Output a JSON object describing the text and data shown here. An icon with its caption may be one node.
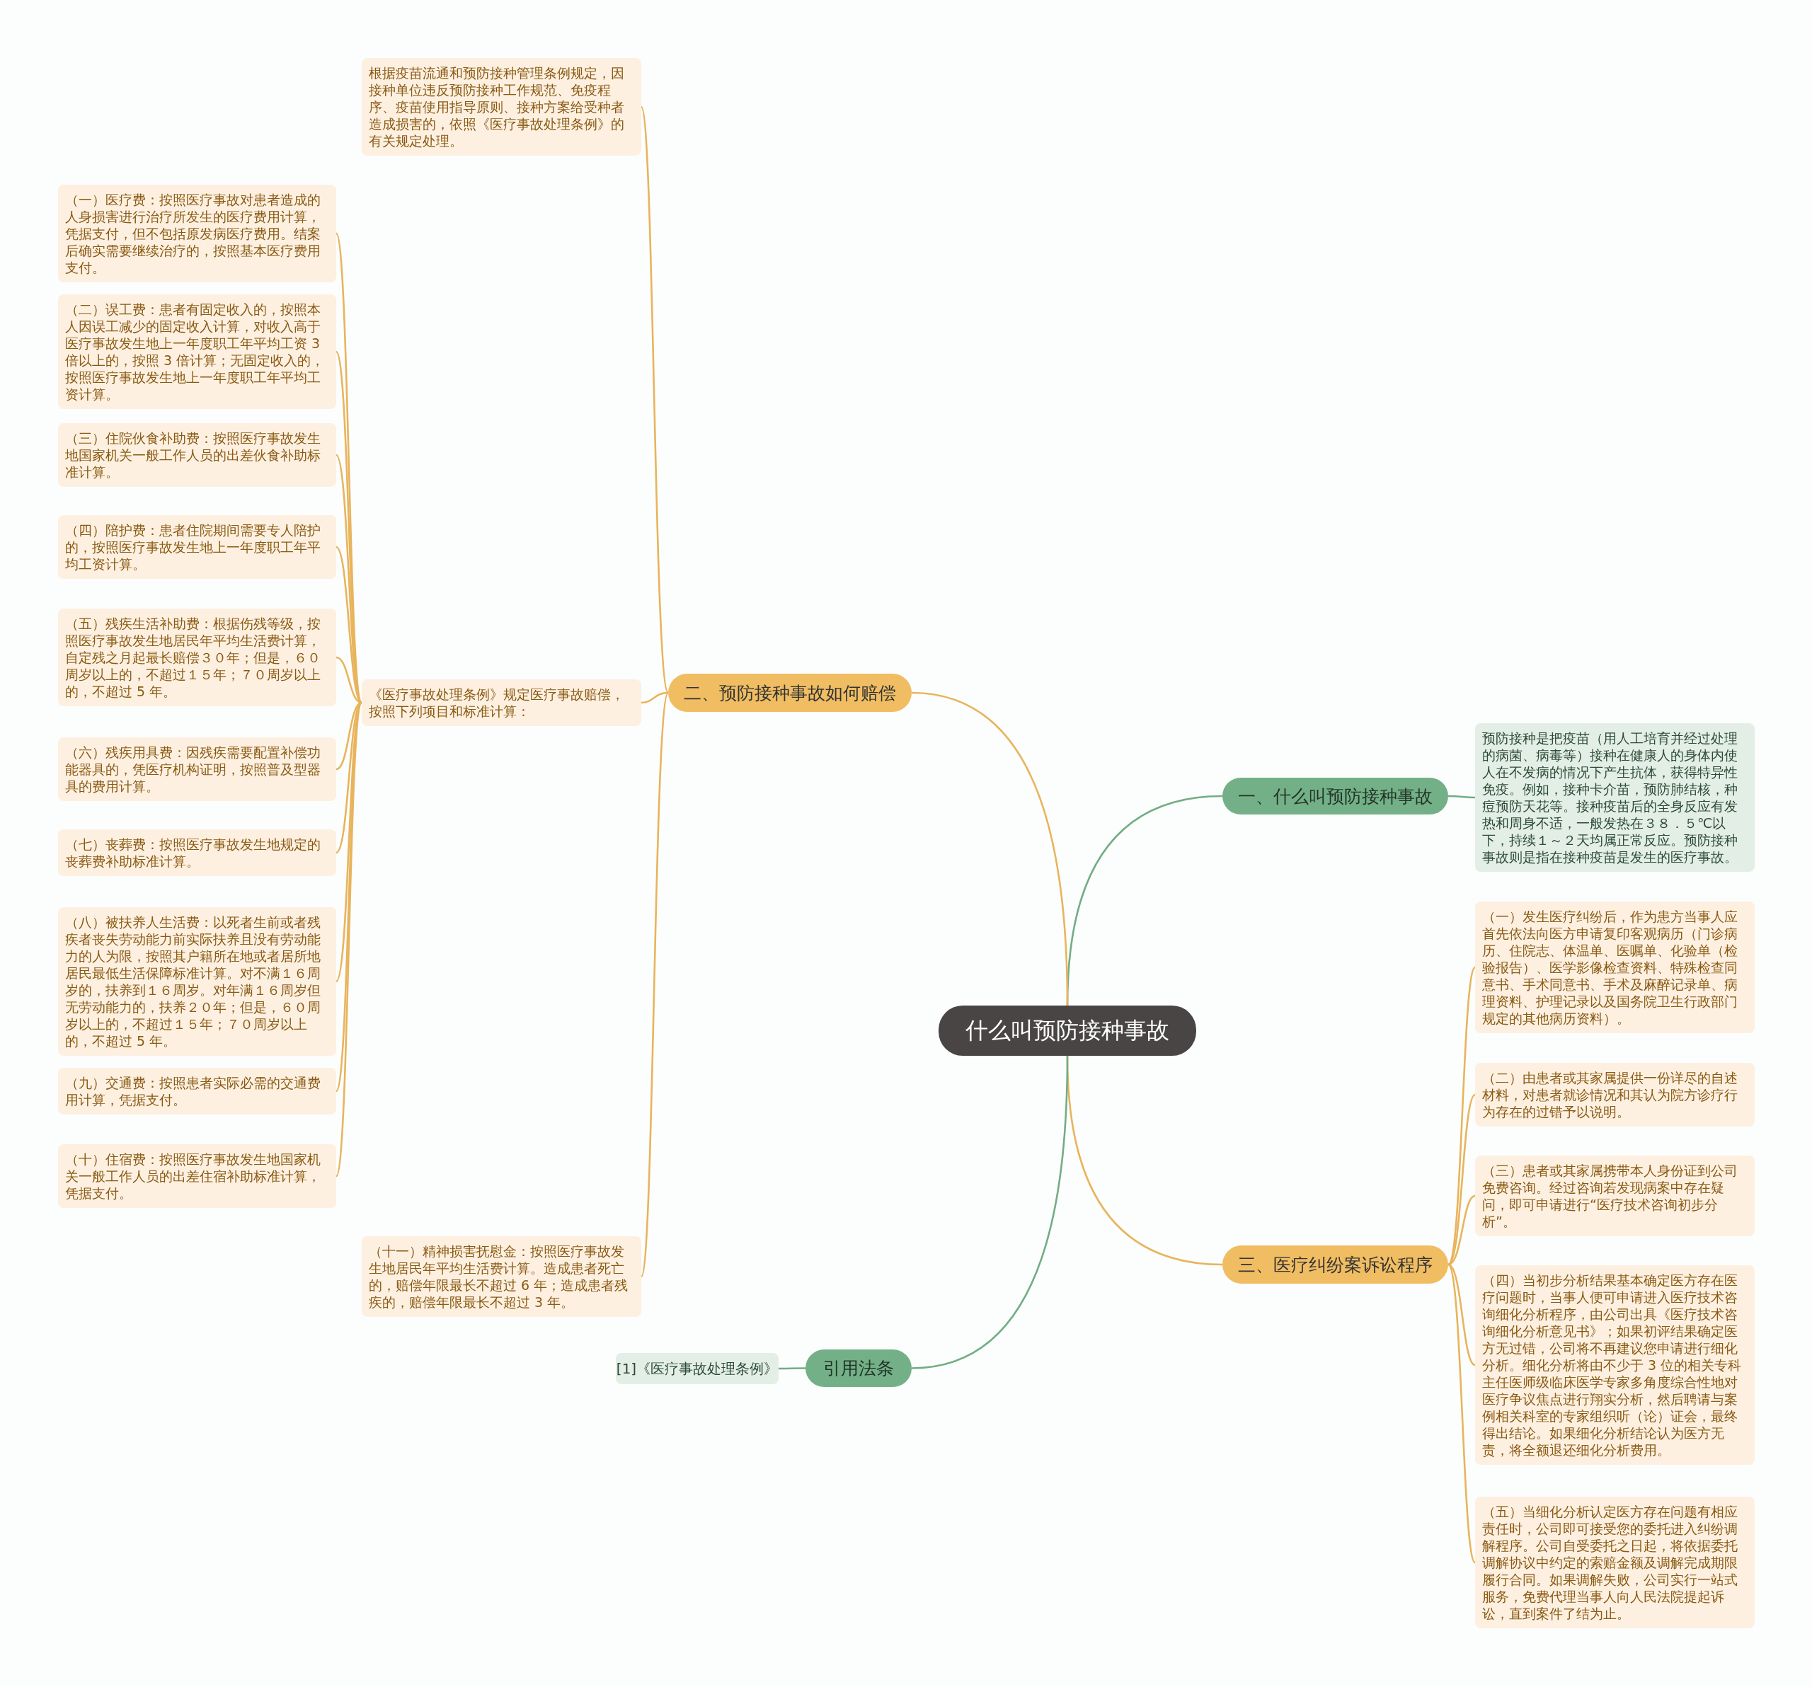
{
  "diagram": {
    "nodes": [
      {
        "text": [
          "什么叫预防接种事故"
        ]
      },
      {
        "text": [
          "一、什么叫预防接种事故"
        ]
      },
      {
        "text": [
          "预防接种是把疫苗（用人工培育并经过处理的病菌、病毒等）接种在健康人的身体内使人在不发病的情况下产生抗体，获得特异性免疫。例如，接种卡介苗，预防肺结核，种痘预防天花等。接种疫苗后的全身反应有发热和周身不适，一般发热在３８．５℃以下，持续１～２天均属正常反应。预防接种事故则是指在接种疫苗是发生的医疗事故。"
        ]
      },
      {
        "text": [
          "二、预防接种事故如何赔偿"
        ]
      },
      {
        "text": [
          "根据疫苗流通和预防接种管理条例规定，因接种单位违反预防接种工作规范、免疫程序、疫苗使用指导原则、接种方案给受种者造成损害的，依照《医疗事故处理条例》的有关规定处理。"
        ]
      },
      {
        "text": [
          "《医疗事故处理条例》规定医疗事故赔偿，按照下列项目和标准计算："
        ]
      },
      {
        "text": [
          "（一）医疗费：按照医疗事故对患者造成的人身损害进行治疗所发生的医疗费用计算，凭据支付，但不包括原发病医疗费用。结案后确实需要继续治疗的，按照基本医疗费用支付。"
        ]
      },
      {
        "text": [
          "（二）误工费：患者有固定收入的，按照本人因误工减少的固定收入计算，对收入高于医疗事故发生地上一年度职工年平均工资 3 倍以上的，按照 3 倍计算；无固定收入的，按照医疗事故发生地上一年度职工年平均工资计算。"
        ]
      },
      {
        "text": [
          "（三）住院伙食补助费：按照医疗事故发生地国家机关一般工作人员的出差伙食补助标准计算。"
        ]
      },
      {
        "text": [
          "（四）陪护费：患者住院期间需要专人陪护的，按照医疗事故发生地上一年度职工年平均工资计算。"
        ]
      },
      {
        "text": [
          "（五）残疾生活补助费：根据伤残等级，按照医疗事故发生地居民年平均生活费计算，自定残之月起最长赔偿３０年；但是，６０周岁以上的，不超过１５年；７０周岁以上的，不超过 5 年。"
        ]
      },
      {
        "text": [
          "（六）残疾用具费：因残疾需要配置补偿功能器具的，凭医疗机构证明，按照普及型器具的费用计算。"
        ]
      },
      {
        "text": [
          "（七）丧葬费：按照医疗事故发生地规定的丧葬费补助标准计算。"
        ]
      },
      {
        "text": [
          "（八）被扶养人生活费：以死者生前或者残疾者丧失劳动能力前实际扶养且没有劳动能力的人为限，按照其户籍所在地或者居所地居民最低生活保障标准计算。对不满１６周岁的，扶养到１６周岁。对年满１６周岁但无劳动能力的，扶养２０年；但是，６０周岁以上的，不超过１５年；７０周岁以上的，不超过 5 年。"
        ]
      },
      {
        "text": [
          "（九）交通费：按照患者实际必需的交通费用计算，凭据支付。"
        ]
      },
      {
        "text": [
          "（十）住宿费：按照医疗事故发生地国家机关一般工作人员的出差住宿补助标准计算，凭据支付。"
        ]
      },
      {
        "text": [
          "（十一）精神损害抚慰金：按照医疗事故发生地居民年平均生活费计算。造成患者死亡的，赔偿年限最长不超过 6 年；造成患者残疾的，赔偿年限最长不超过 3 年。"
        ]
      },
      {
        "text": [
          "三、医疗纠纷案诉讼程序"
        ]
      },
      {
        "text": [
          "（一）发生医疗纠纷后，作为患方当事人应首先依法向医方申请复印客观病历（门诊病历、住院志、体温单、医嘱单、化验单（检验报告）、医学影像检查资料、特殊检查同意书、手术同意书、手术及麻醉记录单、病理资料、护理记录以及国务院卫生行政部门规定的其他病历资料）。"
        ]
      },
      {
        "text": [
          "（二）由患者或其家属提供一份详尽的自述材料，对患者就诊情况和其认为院方诊疗行为存在的过错予以说明。"
        ]
      },
      {
        "text": [
          "（三）患者或其家属携带本人身份证到公司免费咨询。经过咨询若发现病案中存在疑问，即可申请进行“医疗技术咨询初步分析”。"
        ]
      },
      {
        "text": [
          "（四）当初步分析结果基本确定医方存在医疗问题时，当事人便可申请进入医疗技术咨询细化分析程序，由公司出具《医疗技术咨询细化分析意见书》；如果初评结果确定医方无过错，公司将不再建议您申请进行细化分析。细化分析将由不少于 3 位的相关专科主任医师级临床医学专家多角度综合性地对医疗争议焦点进行翔实分析，然后聘请与案例相关科室的专家组织听（论）证会，最终得出结论。如果细化分析结论认为医方无责，将全额退还细化分析费用。"
        ]
      },
      {
        "text": [
          "（五）当细化分析认定医方存在问题有相应责任时，公司即可接受您的委托进入纠纷调解程序。公司自受委托之日起，将依据委托调解协议中约定的索赔金额及调解完成期限履行合同。如果调解失败，公司实行一站式服务，免费代理当事人向人民法院提起诉讼，直到案件了结为止。"
        ]
      },
      {
        "text": [
          "引用法条"
        ]
      },
      {
        "text": [
          "[1]《医疗事故处理条例》"
        ]
      }
    ],
    "edges": [
      {
        "from": 0,
        "to": 1,
        "arrow": "none",
        "color": "#72ad84"
      },
      {
        "from": 1,
        "to": 2,
        "arrow": "none",
        "color": "#72ad84"
      },
      {
        "from": 0,
        "to": 3,
        "arrow": "none"
      },
      {
        "from": 3,
        "to": 4,
        "arrow": "none"
      },
      {
        "from": 3,
        "to": 5,
        "arrow": "none"
      },
      {
        "from": 5,
        "to": 6,
        "arrow": "none"
      },
      {
        "from": 5,
        "to": 7,
        "arrow": "none"
      },
      {
        "from": 5,
        "to": 8,
        "arrow": "none"
      },
      {
        "from": 5,
        "to": 9,
        "arrow": "none"
      },
      {
        "from": 5,
        "to": 10,
        "arrow": "none"
      },
      {
        "from": 5,
        "to": 11,
        "arrow": "none"
      },
      {
        "from": 5,
        "to": 12,
        "arrow": "none"
      },
      {
        "from": 5,
        "to": 13,
        "arrow": "none"
      },
      {
        "from": 5,
        "to": 14,
        "arrow": "none"
      },
      {
        "from": 5,
        "to": 15,
        "arrow": "none"
      },
      {
        "from": 3,
        "to": 16,
        "arrow": "none"
      },
      {
        "from": 0,
        "to": 17,
        "arrow": "none"
      },
      {
        "from": 17,
        "to": 18,
        "arrow": "none"
      },
      {
        "from": 17,
        "to": 19,
        "arrow": "none"
      },
      {
        "from": 17,
        "to": 20,
        "arrow": "none"
      },
      {
        "from": 17,
        "to": 21,
        "arrow": "none"
      },
      {
        "from": 17,
        "to": 22,
        "arrow": "none"
      },
      {
        "from": 0,
        "to": 23,
        "arrow": "none",
        "color": "#72ad84"
      },
      {
        "from": 23,
        "to": 24,
        "arrow": "none",
        "color": "#72ad84"
      }
    ]
  }
}
